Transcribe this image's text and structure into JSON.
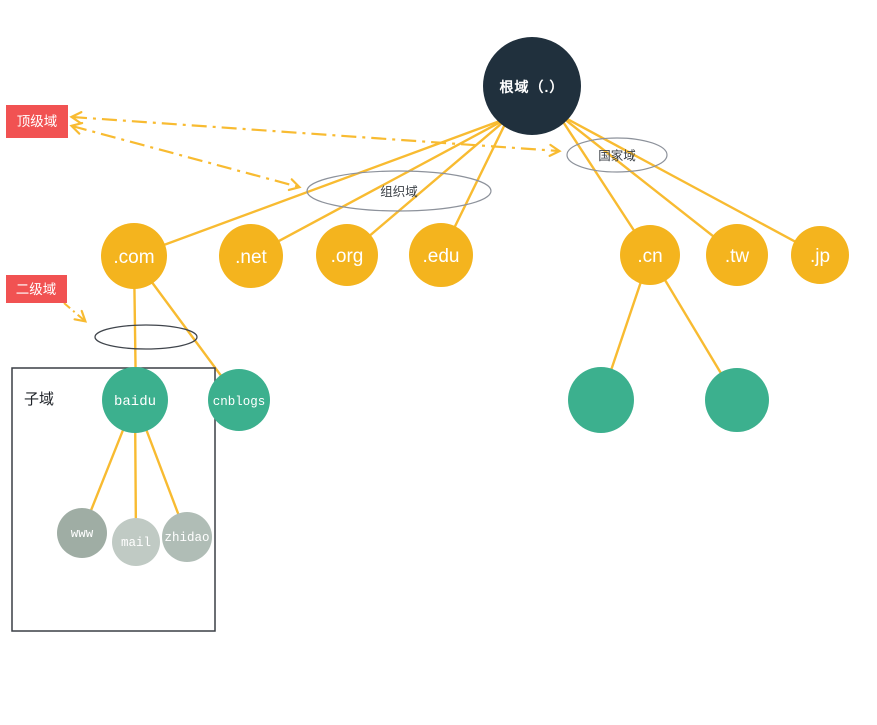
{
  "colors": {
    "line": "#F8BB31",
    "root-fill": "#20303D",
    "tld-fill": "#F4B41E",
    "sub-fill": "#3CB08E",
    "leaf-www-fill": "#9FADA4",
    "leaf-mail-fill": "#C0CAC4",
    "leaf-zhidao-fill": "#B0BDB6",
    "label-bg": "#F15252",
    "ellipse-stroke": "#8D929B",
    "guide-stroke": "#40454C",
    "box-stroke": "#3A3F45",
    "text-dark": "#3C4147"
  },
  "nodes": {
    "root": "根域（.）",
    "tlds": [
      ".com",
      ".net",
      ".org",
      ".edu",
      ".cn",
      ".tw",
      ".jp"
    ],
    "second_level": [
      "baidu",
      "cnblogs"
    ],
    "hosts": [
      "www",
      "mail",
      "zhidao"
    ]
  },
  "annotations": {
    "top_level_label": "顶级域",
    "second_level_label": "二级域",
    "subdomain_label": "子域",
    "org_domain_label": "组织域",
    "country_domain_label": "国家域"
  }
}
